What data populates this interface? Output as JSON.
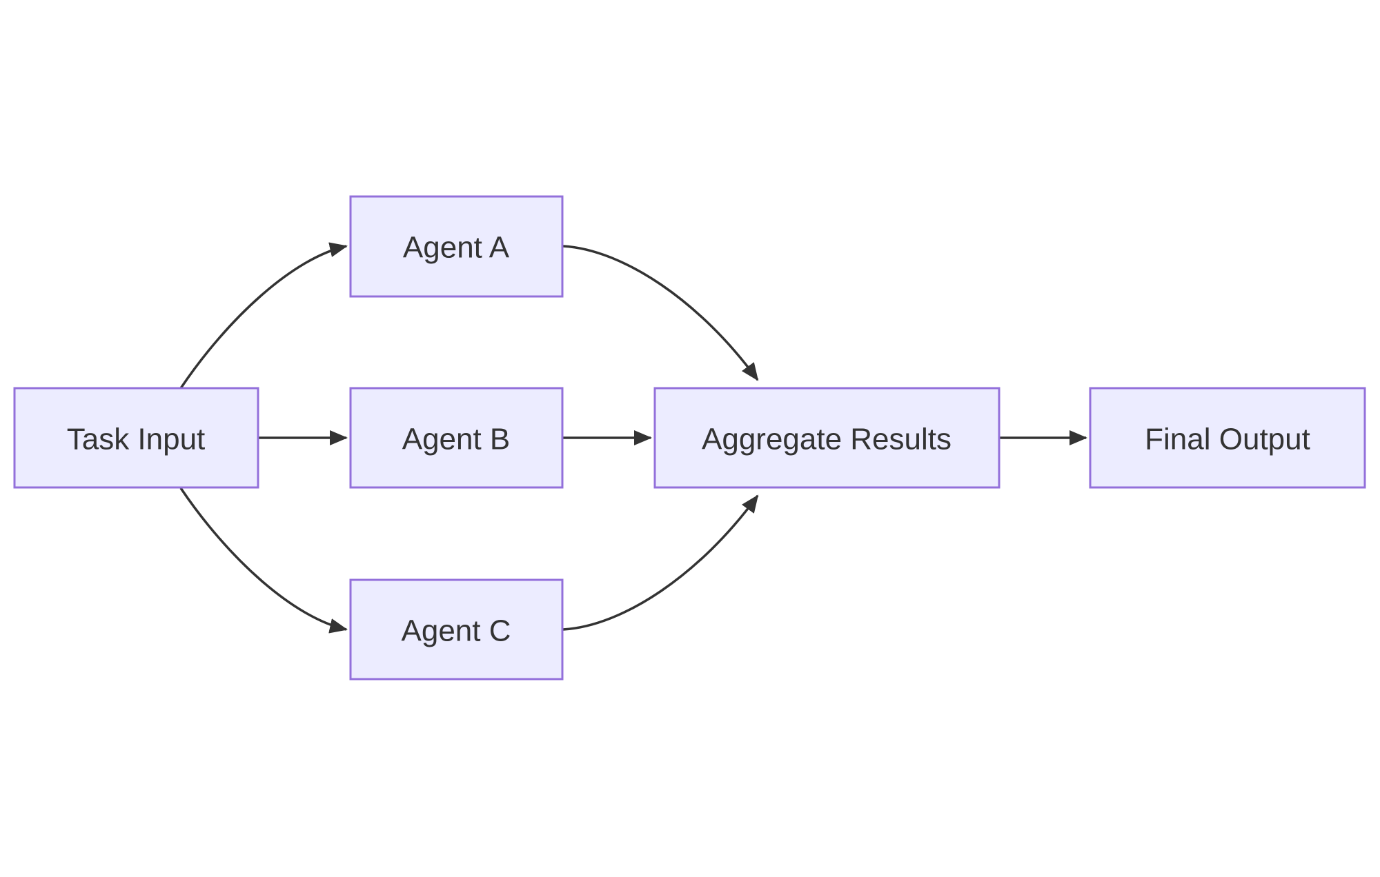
{
  "diagram": {
    "type": "flowchart",
    "direction": "left-to-right",
    "background": "#FFFFFF",
    "style": {
      "node_fill": "#ECECFF",
      "node_border": "#9370DB",
      "edge_color": "#333333",
      "text_color": "#333333"
    },
    "nodes": [
      {
        "id": "task-input",
        "label": "Task Input"
      },
      {
        "id": "agent-a",
        "label": "Agent A"
      },
      {
        "id": "agent-b",
        "label": "Agent B"
      },
      {
        "id": "agent-c",
        "label": "Agent C"
      },
      {
        "id": "aggregate-results",
        "label": "Aggregate Results"
      },
      {
        "id": "final-output",
        "label": "Final Output"
      }
    ],
    "edges": [
      {
        "from": "task-input",
        "to": "agent-a"
      },
      {
        "from": "task-input",
        "to": "agent-b"
      },
      {
        "from": "task-input",
        "to": "agent-c"
      },
      {
        "from": "agent-a",
        "to": "aggregate-results"
      },
      {
        "from": "agent-b",
        "to": "aggregate-results"
      },
      {
        "from": "agent-c",
        "to": "aggregate-results"
      },
      {
        "from": "aggregate-results",
        "to": "final-output"
      }
    ]
  }
}
